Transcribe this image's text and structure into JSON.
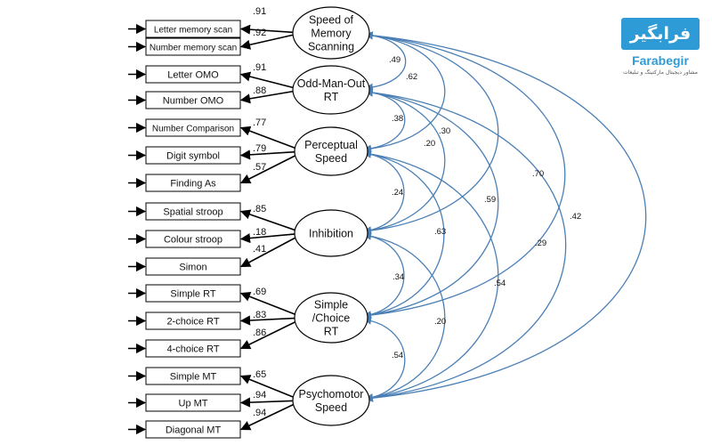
{
  "logo": {
    "mark": "فرابگیر",
    "name": "Farabegir",
    "tagline": "مشاور دیجیتال مارکتینگ و تبلیغات"
  },
  "indicators": [
    "Letter memory scan",
    "Number memory scan",
    "Letter OMO",
    "Number OMO",
    "Number Comparison",
    "Digit symbol",
    "Finding As",
    "Spatial stroop",
    "Colour stroop",
    "Simon",
    "Simple RT",
    "2-choice RT",
    "4-choice RT",
    "Simple MT",
    "Up MT",
    "Diagonal MT"
  ],
  "factors": [
    {
      "lines": [
        "Speed of",
        "Memory",
        "Scanning"
      ]
    },
    {
      "lines": [
        "Odd-Man-Out",
        "RT"
      ]
    },
    {
      "lines": [
        "Perceptual",
        "Speed"
      ]
    },
    {
      "lines": [
        "Inhibition"
      ]
    },
    {
      "lines": [
        "Simple",
        "/Choice",
        "RT"
      ]
    },
    {
      "lines": [
        "Psychomotor",
        "Speed"
      ]
    }
  ],
  "loadings": [
    ".91",
    ".92",
    ".91",
    ".88",
    ".77",
    ".79",
    ".57",
    ".85",
    ".18",
    ".41",
    ".69",
    ".83",
    ".86",
    ".65",
    ".94",
    ".94"
  ],
  "correlations": [
    {
      "from": 0,
      "to": 1,
      "value": ".49"
    },
    {
      "from": 0,
      "to": 2,
      "value": ".62"
    },
    {
      "from": 0,
      "to": 3,
      "value": ".30"
    },
    {
      "from": 0,
      "to": 4,
      "value": ".70"
    },
    {
      "from": 0,
      "to": 5,
      "value": ".42"
    },
    {
      "from": 1,
      "to": 2,
      "value": ".38"
    },
    {
      "from": 1,
      "to": 3,
      "value": ".20"
    },
    {
      "from": 1,
      "to": 4,
      "value": ".59"
    },
    {
      "from": 1,
      "to": 5,
      "value": ".29"
    },
    {
      "from": 2,
      "to": 3,
      "value": ".24"
    },
    {
      "from": 2,
      "to": 4,
      "value": ".63"
    },
    {
      "from": 2,
      "to": 5,
      "value": ".54"
    },
    {
      "from": 3,
      "to": 4,
      "value": ".34"
    },
    {
      "from": 3,
      "to": 5,
      "value": ".20"
    },
    {
      "from": 4,
      "to": 5,
      "value": ".54"
    }
  ]
}
